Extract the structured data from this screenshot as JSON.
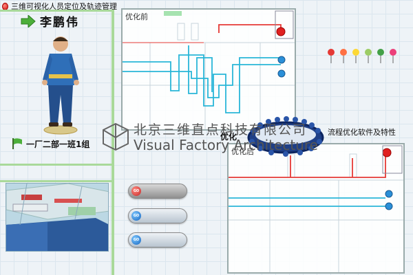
{
  "app": {
    "title": "三维可视化人员定位及轨迹管理"
  },
  "person": {
    "name": "李鹏伟",
    "team": "一厂二部一班1组"
  },
  "diagrams": {
    "before_label": "优化前",
    "after_label": "优化后",
    "optimize_label": "优化",
    "feature_title": "流程优化软件及特性"
  },
  "watermark": {
    "cn": "北京三维直点科技有限公司",
    "en": "Visual Factory Architecture"
  },
  "buttons": [
    {
      "label": "GO",
      "style": "red"
    },
    {
      "label": "GO",
      "style": "blue"
    },
    {
      "label": "GO",
      "style": "blue"
    }
  ],
  "colors": {
    "panel_border": "#a9d99a",
    "line_cyan": "#29b6d8",
    "line_red": "#e53935",
    "accent_green": "#3d8b2e"
  },
  "icons": {
    "title": "red-dot-icon",
    "name": "green-arrow-icon",
    "team": "green-flag-icon",
    "watermark": "company-logo-icon"
  }
}
